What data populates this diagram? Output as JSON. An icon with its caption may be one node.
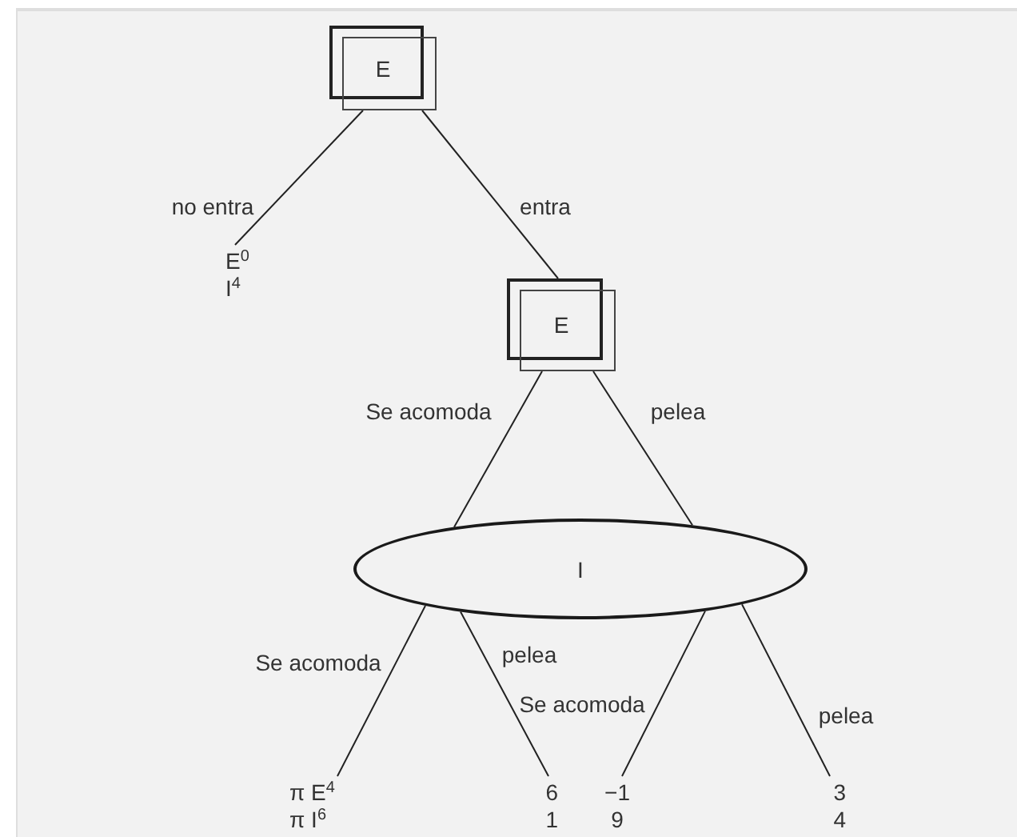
{
  "diagram": {
    "nodes": [
      {
        "text": [
          "E"
        ]
      },
      {
        "text": [
          "E$^{0}$",
          "I$^{4}$"
        ]
      },
      {
        "text": [
          "E"
        ]
      },
      {
        "text": [
          "I"
        ]
      },
      {
        "text": [
          "π E$^{4}$",
          "π I$^{6}$"
        ]
      },
      {
        "text": [
          "6",
          "1"
        ]
      },
      {
        "text": [
          "−1",
          "9"
        ]
      },
      {
        "text": [
          "3",
          "4"
        ]
      }
    ],
    "edges": [
      {
        "from": 0,
        "to": 1,
        "arrow": "none",
        "label": "no entra"
      },
      {
        "from": 0,
        "to": 2,
        "arrow": "none",
        "label": "entra"
      },
      {
        "from": 2,
        "to": 3,
        "arrow": "none",
        "label": "Se acomoda"
      },
      {
        "from": 2,
        "to": 3,
        "arrow": "none",
        "label": "pelea"
      },
      {
        "from": 3,
        "to": 4,
        "arrow": "none",
        "label": "Se acomoda"
      },
      {
        "from": 3,
        "to": 5,
        "arrow": "none",
        "label": "pelea"
      },
      {
        "from": 3,
        "to": 6,
        "arrow": "none",
        "label": "Se acomoda"
      },
      {
        "from": 3,
        "to": 7,
        "arrow": "none",
        "label": "pelea"
      }
    ]
  }
}
